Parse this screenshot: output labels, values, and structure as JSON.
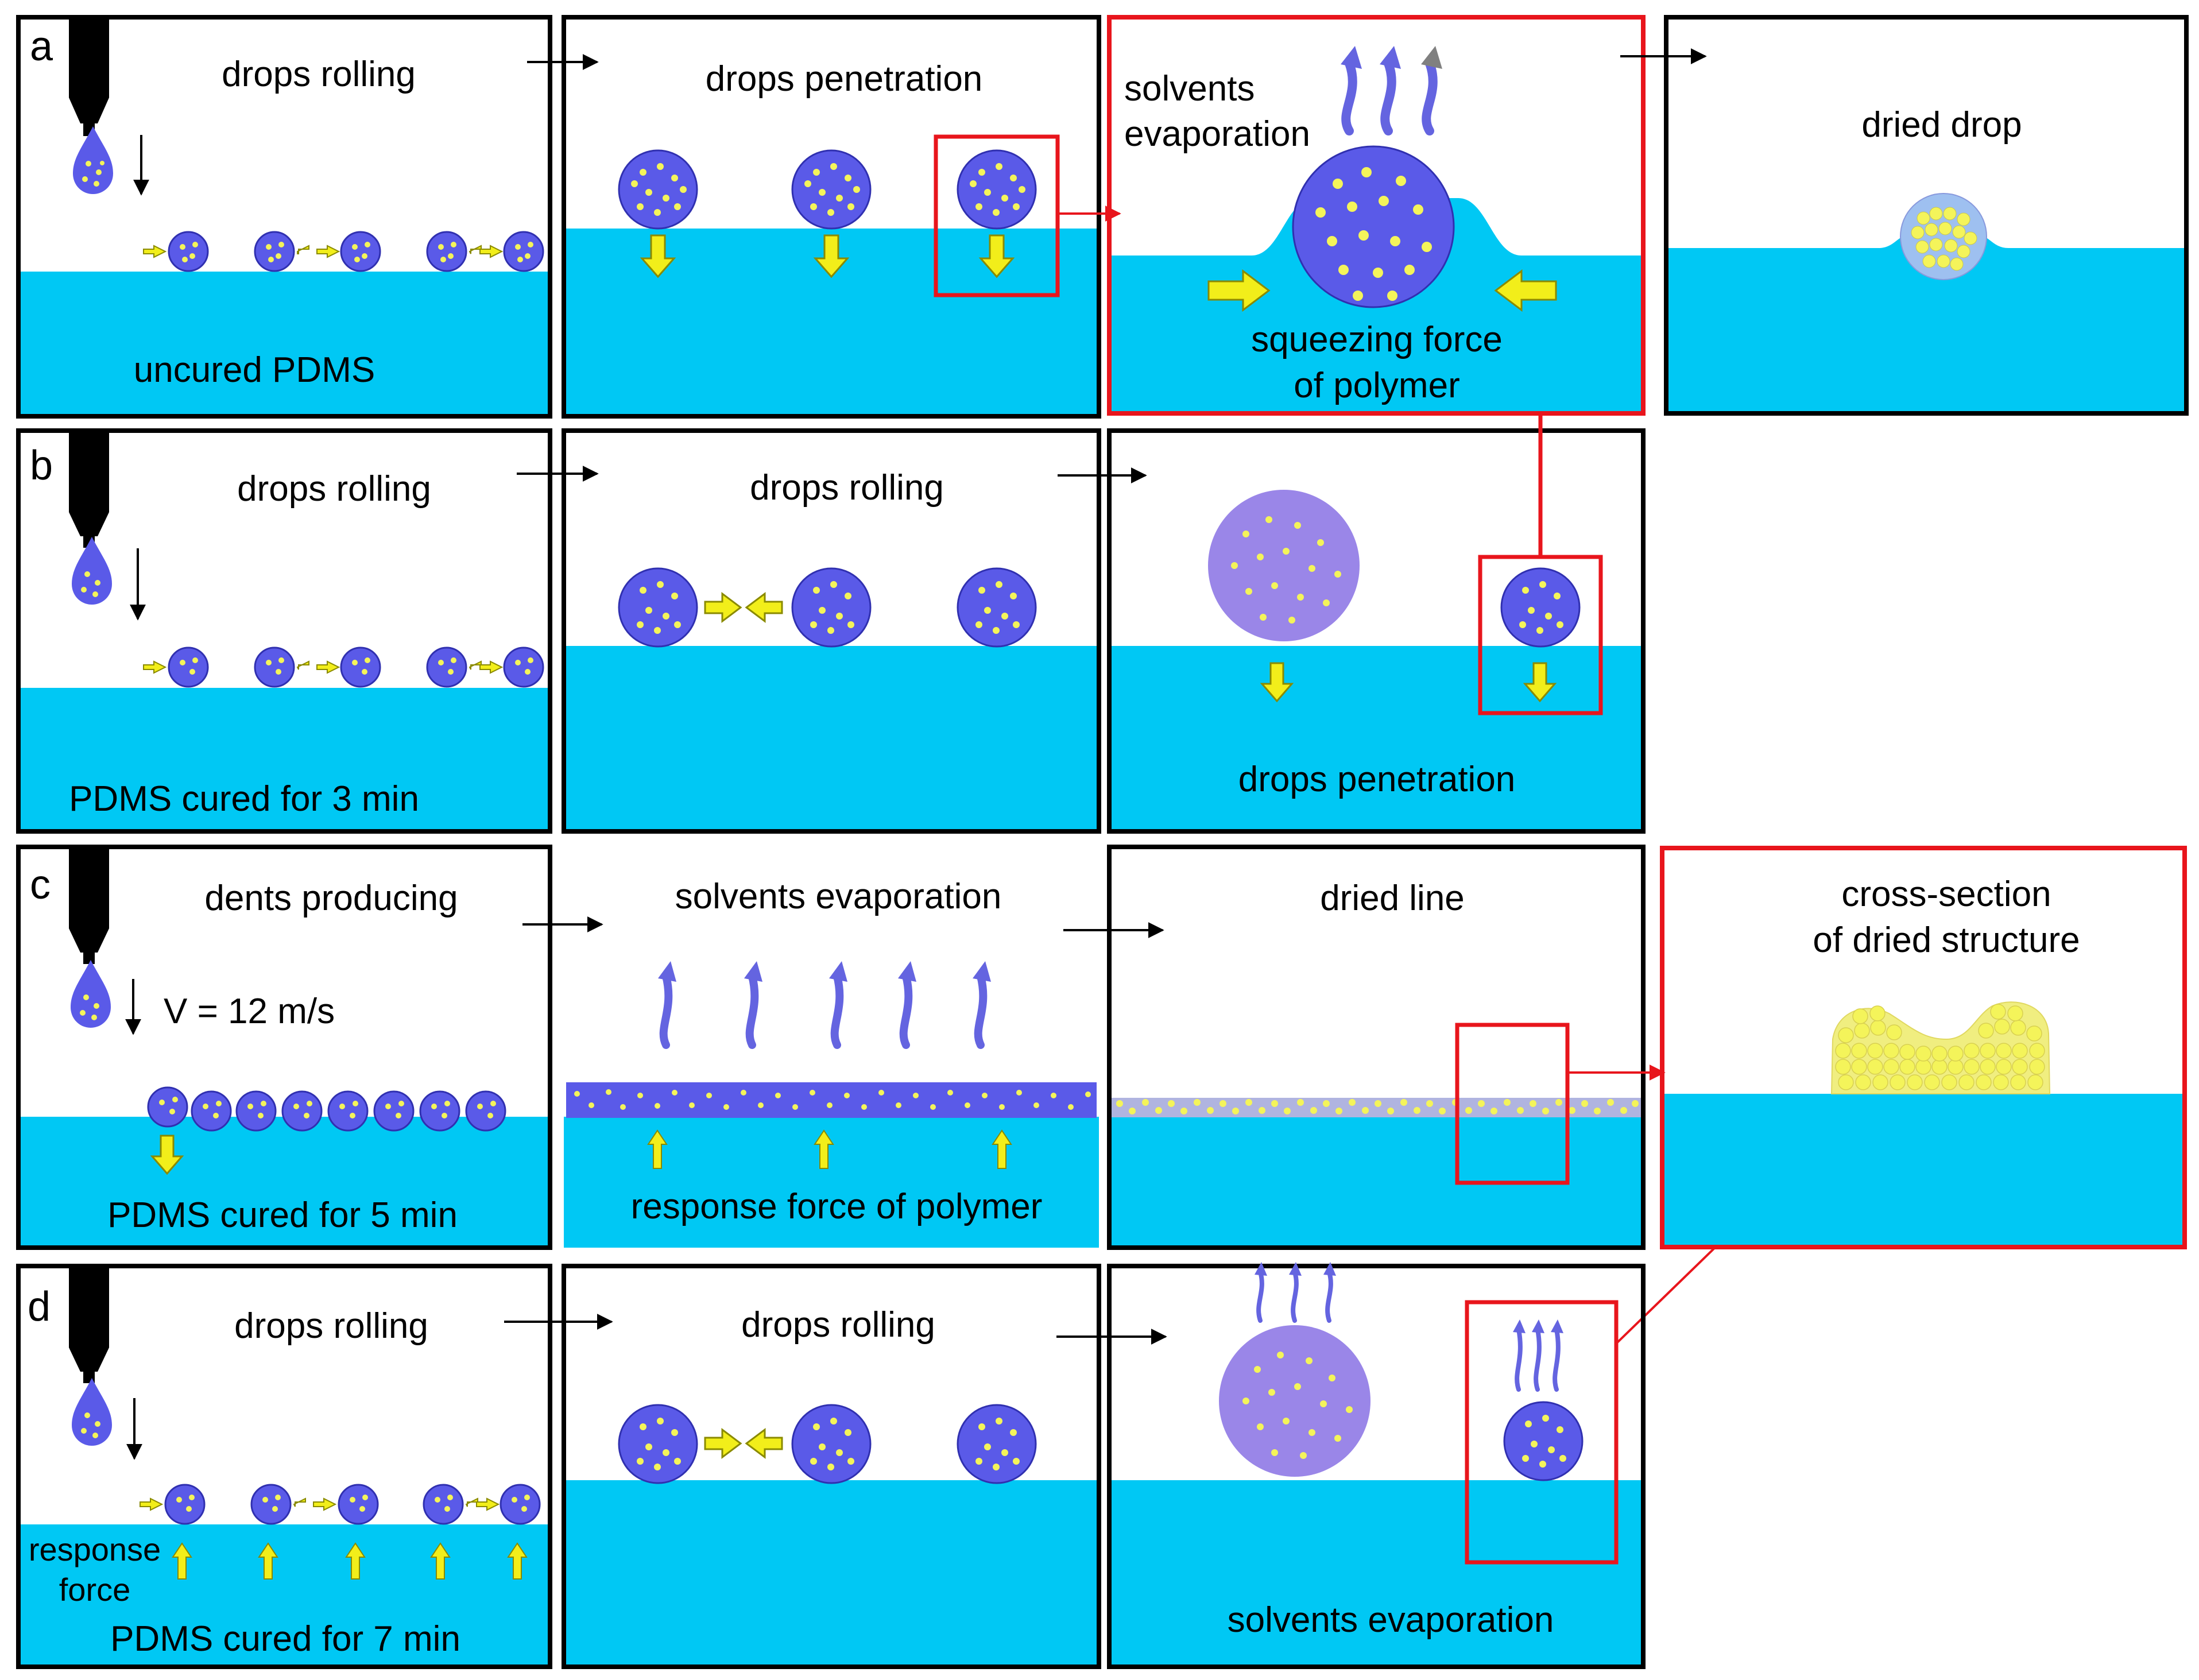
{
  "colors": {
    "pdms": "#00c8f4",
    "drop": "#5a5ae8",
    "drop_light": "#9a86e8",
    "particle": "#f4f45a",
    "force_arrow": "#f2ee1a",
    "vapor_arrow": "#6464e0",
    "highlight_box": "#e8151c",
    "frame": "#000000"
  },
  "rows": [
    {
      "letter": "a",
      "panels": [
        {
          "caption": "drops rolling",
          "sub": "uncured PDMS"
        },
        {
          "caption": "drops penetration"
        },
        {
          "caption_lines": [
            "solvents",
            "evaporation"
          ],
          "sub_lines": [
            "squeezing force",
            "of polymer"
          ]
        },
        {
          "caption": "dried drop"
        }
      ]
    },
    {
      "letter": "b",
      "panels": [
        {
          "caption": "drops rolling",
          "sub": "PDMS cured for 3 min"
        },
        {
          "caption": "drops rolling"
        },
        {
          "sub": "drops penetration"
        }
      ]
    },
    {
      "letter": "c",
      "panels": [
        {
          "caption": "dents producing",
          "velocity": "V = 12 m/s",
          "sub": "PDMS cured for 5 min"
        },
        {
          "caption": "solvents evaporation",
          "sub": "response force of polymer"
        },
        {
          "caption": "dried line"
        },
        {
          "caption_lines": [
            "cross-section",
            "of dried structure"
          ]
        }
      ]
    },
    {
      "letter": "d",
      "panels": [
        {
          "caption": "drops rolling",
          "side_lines": [
            "response",
            "force"
          ],
          "sub": "PDMS cured for 7 min"
        },
        {
          "caption": "drops rolling"
        },
        {
          "sub": "solvents evaporation"
        }
      ]
    }
  ]
}
